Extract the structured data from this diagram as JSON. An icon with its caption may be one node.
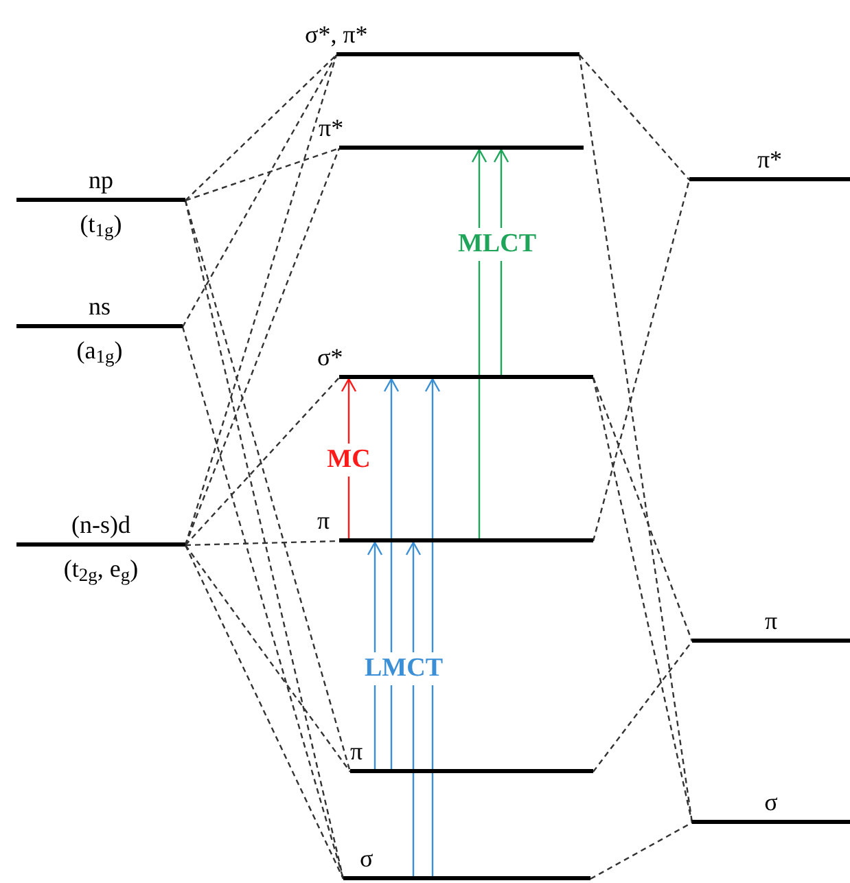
{
  "diagram": {
    "nodes": [
      {
        "text": [
          "np",
          "(t$_{1g}$)"
        ]
      },
      {
        "text": [
          "ns",
          "(a$_{1g}$)"
        ]
      },
      {
        "text": [
          "(n-s)d",
          "(t$_{2g}$, e$_{g}$)"
        ]
      },
      {
        "text": [
          "σ*, π*"
        ]
      },
      {
        "text": [
          "π*"
        ]
      },
      {
        "text": [
          "σ*"
        ]
      },
      {
        "text": [
          "π"
        ]
      },
      {
        "text": [
          "π"
        ]
      },
      {
        "text": [
          "σ"
        ]
      },
      {
        "text": [
          "π*"
        ]
      },
      {
        "text": [
          "π"
        ]
      },
      {
        "text": [
          "σ"
        ]
      }
    ],
    "edges": [
      {
        "from": 0,
        "to": 3,
        "arrow": "none",
        "style": "dashed"
      },
      {
        "from": 0,
        "to": 4,
        "arrow": "none",
        "style": "dashed"
      },
      {
        "from": 0,
        "to": 7,
        "arrow": "none",
        "style": "dashed"
      },
      {
        "from": 0,
        "to": 8,
        "arrow": "none",
        "style": "dashed"
      },
      {
        "from": 1,
        "to": 3,
        "arrow": "none",
        "style": "dashed"
      },
      {
        "from": 1,
        "to": 8,
        "arrow": "none",
        "style": "dashed"
      },
      {
        "from": 2,
        "to": 3,
        "arrow": "none",
        "style": "dashed"
      },
      {
        "from": 2,
        "to": 4,
        "arrow": "none",
        "style": "dashed"
      },
      {
        "from": 2,
        "to": 5,
        "arrow": "none",
        "style": "dashed"
      },
      {
        "from": 2,
        "to": 6,
        "arrow": "none",
        "style": "dashed"
      },
      {
        "from": 2,
        "to": 7,
        "arrow": "none",
        "style": "dashed"
      },
      {
        "from": 2,
        "to": 8,
        "arrow": "none",
        "style": "dashed"
      },
      {
        "from": 3,
        "to": 9,
        "arrow": "none",
        "style": "dashed"
      },
      {
        "from": 3,
        "to": 11,
        "arrow": "none",
        "style": "dashed"
      },
      {
        "from": 6,
        "to": 9,
        "arrow": "none",
        "style": "dashed"
      },
      {
        "from": 5,
        "to": 10,
        "arrow": "none",
        "style": "dashed"
      },
      {
        "from": 5,
        "to": 11,
        "arrow": "none",
        "style": "dashed"
      },
      {
        "from": 7,
        "to": 10,
        "arrow": "none",
        "style": "dashed"
      },
      {
        "from": 8,
        "to": 11,
        "arrow": "none",
        "style": "dashed"
      },
      {
        "from": 6,
        "to": 5,
        "arrow": "to",
        "label": "MC",
        "color": "#ff1a1a"
      },
      {
        "from": 7,
        "to": 6,
        "arrow": "to",
        "color": "#3a8fd6"
      },
      {
        "from": 7,
        "to": 5,
        "arrow": "to",
        "label": "LMCT",
        "color": "#3a8fd6"
      },
      {
        "from": 8,
        "to": 6,
        "arrow": "to",
        "color": "#3a8fd6"
      },
      {
        "from": 8,
        "to": 5,
        "arrow": "to",
        "color": "#3a8fd6"
      },
      {
        "from": 6,
        "to": 4,
        "arrow": "to",
        "label": "MLCT",
        "color": "#1fa55a"
      },
      {
        "from": 5,
        "to": 4,
        "arrow": "to",
        "color": "#1fa55a"
      }
    ]
  }
}
